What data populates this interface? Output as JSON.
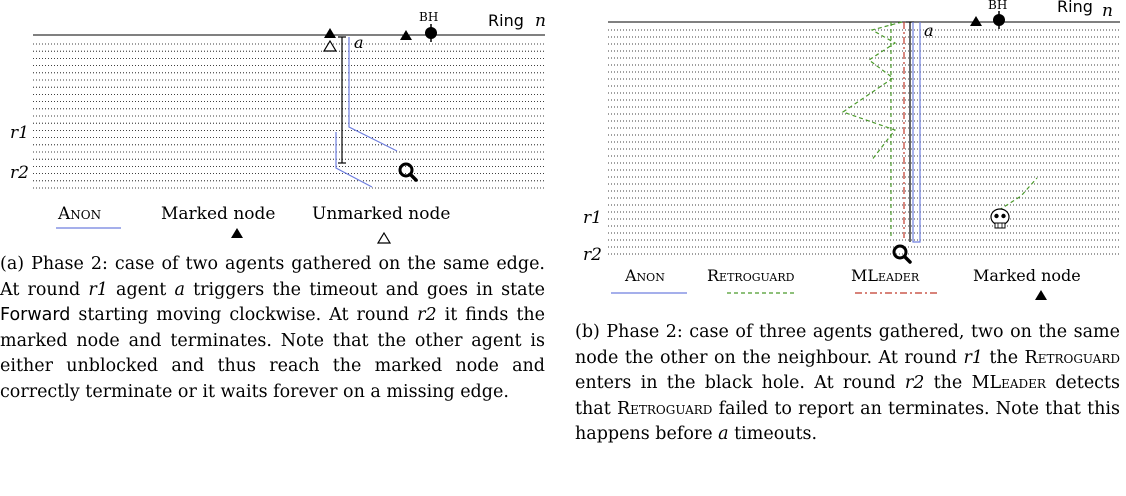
{
  "panel_a": {
    "ring_label": "Ring",
    "n_label": "n",
    "bh_label": "BH",
    "agent_label": "a",
    "round_r1": "r1",
    "round_r2": "r2",
    "legend": {
      "anon": "Anon",
      "marked": "Marked node",
      "unmarked": "Unmarked node"
    },
    "caption": {
      "prefix": "(a) Phase 2: case of two agents gathered on the same edge. At round ",
      "r1": "r1",
      "mid1": " agent ",
      "a": "a",
      "mid2": " triggers the timeout and goes in state ",
      "state": "Forward",
      "mid3": " starting moving clockwise. At round ",
      "r2": "r2",
      "suffix": " it finds the marked node and terminates. Note that the other agent is either unblocked and thus reach the marked node and correctly terminate or it waits forever on a missing edge."
    }
  },
  "panel_b": {
    "ring_label": "Ring",
    "n_label": "n",
    "bh_label": "BH",
    "agent_label": "a",
    "round_r1": "r1",
    "round_r2": "r2",
    "legend": {
      "anon": "Anon",
      "retroguard": "Retroguard",
      "mleader": "MLeader",
      "marked": "Marked node"
    },
    "caption": {
      "prefix": "(b) Phase 2: case of three agents gathered, two on the same node the other on the neighbour. At round ",
      "r1": "r1",
      "mid1": " the ",
      "retro1": "Retroguard",
      "mid2": " enters in the black hole. At round ",
      "r2": "r2",
      "mid3": " the ",
      "mleader": "MLeader",
      "mid4": " detects that ",
      "retro2": "Retroguard",
      "mid5": " failed to report an terminates. Note that this happens before ",
      "a": "a",
      "suffix": " timeouts."
    }
  },
  "colors": {
    "anon": "#6f7fdf",
    "retroguard": "#4a9a2a",
    "mleader": "#c0392b"
  },
  "icons": [
    "magnifier-icon",
    "skull-icon",
    "filled-triangle-icon",
    "hollow-triangle-icon",
    "black-hole-dot-icon"
  ]
}
